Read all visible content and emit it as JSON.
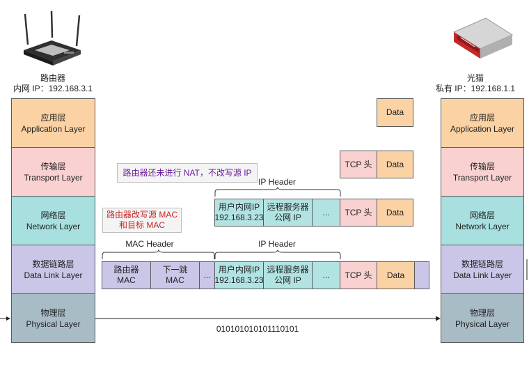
{
  "left_device": {
    "name": "路由器",
    "ip": "内网 IP：192.168.3.1",
    "icon": "router-icon"
  },
  "right_device": {
    "name": "光猫",
    "ip": "私有 IP：192.168.1.1",
    "icon": "modem-icon"
  },
  "layers": [
    {
      "name": "应用层",
      "en": "Application Layer"
    },
    {
      "name": "传输层",
      "en": "Transport Layer"
    },
    {
      "name": "网络层",
      "en": "Network Layer"
    },
    {
      "name": "数据链路层",
      "en": "Data Link Layer"
    },
    {
      "name": "物理层",
      "en": "Physical Layer"
    }
  ],
  "packets": {
    "data": "Data",
    "tcp_header": "TCP 头",
    "ip_header_label": "IP Header",
    "mac_header_label": "MAC Header",
    "user_ip": "用户内网IP",
    "user_ip_value": "192.168.3.23",
    "remote_ip": "远程服务器",
    "remote_ip_sub": "公网 IP",
    "ellipsis": "...",
    "src_mac": "路由器",
    "src_mac_sub": "MAC",
    "dst_mac": "下一跳",
    "dst_mac_sub": "MAC"
  },
  "notes": {
    "nat_note": "路由器还未进行 NAT，不改写源 IP",
    "mac_note_line1": "路由器改写源 MAC",
    "mac_note_line2": "和目标 MAC"
  },
  "bits": "010101010101110101",
  "colors": {
    "application": "#fad2a4",
    "transport": "#f9d1d1",
    "network": "#a8e0e0",
    "datalink": "#c9c6e7",
    "physical": "#a8bcc6",
    "nat_note_text": "#6a1b9a",
    "mac_note_text": "#c62828"
  }
}
